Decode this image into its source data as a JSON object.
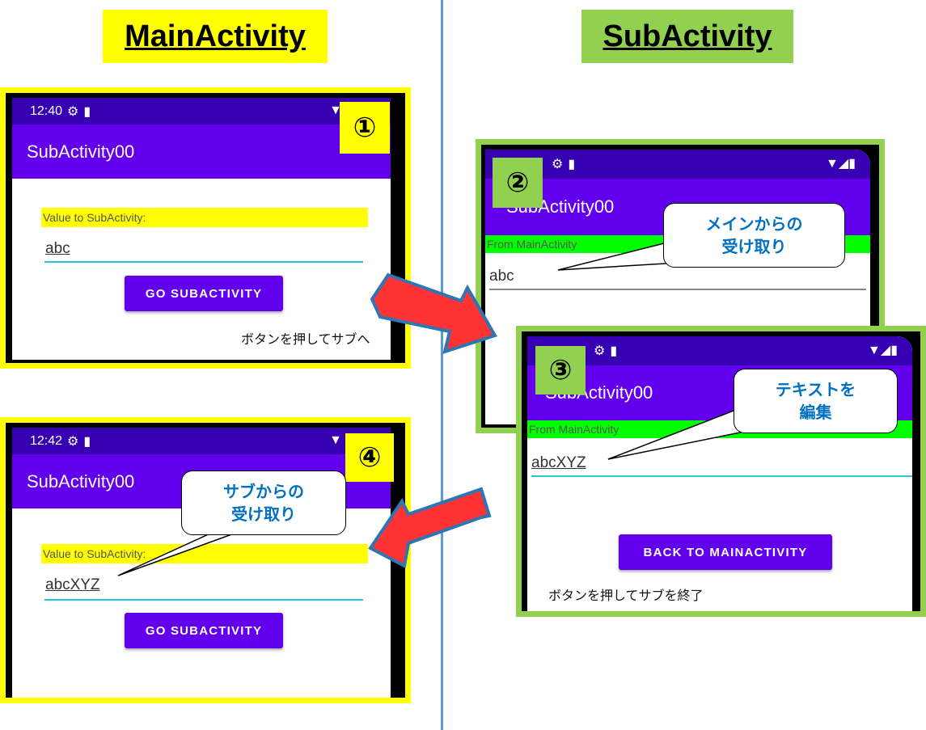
{
  "headings": {
    "main": "MainActivity",
    "sub": "SubActivity"
  },
  "app_title": "SubActivity00",
  "screens": {
    "s1": {
      "time": "12:40",
      "badge": "①",
      "label": "Value to SubActivity:",
      "value": "abc",
      "button": "GO SUBACTIVITY",
      "caption": "ボタンを押してサブへ"
    },
    "s2": {
      "badge": "②",
      "label": "From MainActivity",
      "value": "abc",
      "callout": [
        "メインからの",
        "受け取り"
      ]
    },
    "s3": {
      "badge": "③",
      "label": "From MainActivity",
      "value": "abcXYZ",
      "button": "BACK TO MAINACTIVITY",
      "caption": "ボタンを押してサブを終了",
      "callout": [
        "テキストを",
        "編集"
      ]
    },
    "s4": {
      "time": "12:42",
      "badge": "④",
      "label": "Value to SubActivity:",
      "value": "abcXYZ",
      "button": "GO SUBACTIVITY",
      "callout": [
        "サブからの",
        "受け取り"
      ]
    }
  },
  "icons": [
    "gear-icon",
    "sd-card-icon",
    "wifi-icon",
    "signal-icon",
    "battery-icon",
    "arrow-right-icon",
    "arrow-left-icon"
  ],
  "colors": {
    "yellow": "#ffff00",
    "green": "#92d050",
    "statusbar": "#3700b3",
    "appbar": "#6200ee",
    "arrow": "#ff3333",
    "arrow_outline": "#2e75b6",
    "callout_text": "#0070c0"
  }
}
